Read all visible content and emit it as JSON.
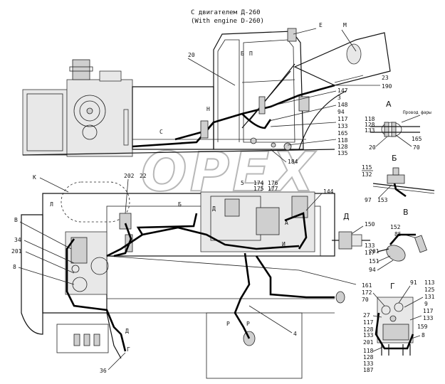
{
  "title": {
    "line1": "С двигателем Д-260",
    "line2": "(With engine D-260)"
  },
  "watermark": "OPEX",
  "view_labels": {
    "A": "А",
    "B": "Б",
    "V": "В",
    "G": "Г",
    "D": "Д",
    "K": "К",
    "L": "Л",
    "E": "Е",
    "M": "М",
    "N": "Н",
    "P": "П"
  },
  "callouts_top_right": [
    "147",
    "3",
    "148",
    "94",
    "117",
    "133",
    "165",
    "118",
    "128",
    "135"
  ],
  "callouts_cab": [
    "20",
    "23",
    "190"
  ],
  "callouts_mid": [
    "184",
    "202",
    "22",
    "5",
    "174",
    "176",
    "175",
    "177",
    "144"
  ],
  "callouts_left": [
    "34",
    "201",
    "8",
    "36",
    "4"
  ],
  "inset_A": {
    "label": "А",
    "note": "Провод фары",
    "left_nums": [
      "118",
      "128",
      "133"
    ],
    "right_nums": [
      "165",
      "70"
    ],
    "bottom_num": "20"
  },
  "inset_B": {
    "label": "Б",
    "nums": [
      "115",
      "132",
      "97",
      "153"
    ]
  },
  "inset_V": {
    "label": "В",
    "nums": [
      "152",
      "85",
      "201",
      "151",
      "94"
    ]
  },
  "inset_D": {
    "label": "Д",
    "nums": [
      "150",
      "133",
      "117"
    ]
  },
  "inset_G": {
    "label": "Г",
    "left_nums": [
      "161",
      "172",
      "70",
      "27",
      "117",
      "128",
      "133",
      "201",
      "118",
      "128",
      "133",
      "187"
    ],
    "right_nums": [
      "91",
      "113",
      "125",
      "131",
      "9",
      "117",
      "133",
      "159",
      "8"
    ]
  },
  "section_marks": [
    "Д",
    "Г",
    "Р",
    "Р",
    "Б",
    "Д",
    "А",
    "И",
    "С",
    "Н"
  ]
}
